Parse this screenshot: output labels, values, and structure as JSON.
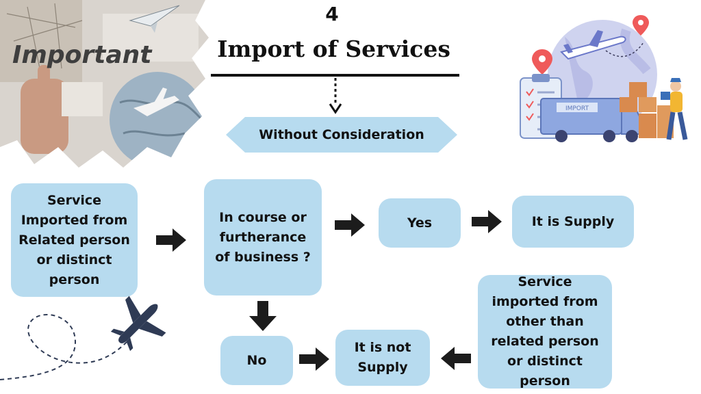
{
  "header": {
    "number": "4",
    "title": "Import of Services",
    "subtitle": "Without Consideration"
  },
  "decor": {
    "important_label": "Important",
    "truck_label": "IMPORT"
  },
  "boxes": {
    "related": "Service Imported from Related person or distinct person",
    "course": "In course or furtherance of business ?",
    "yes": "Yes",
    "supply": "It is Supply",
    "no": "No",
    "not_supply": "It is not Supply",
    "other": "Service imported from other than related person or distinct person"
  },
  "colors": {
    "box_fill": "#b7dbef",
    "arrow": "#1c1c1c",
    "banner": "#b7dbef"
  }
}
